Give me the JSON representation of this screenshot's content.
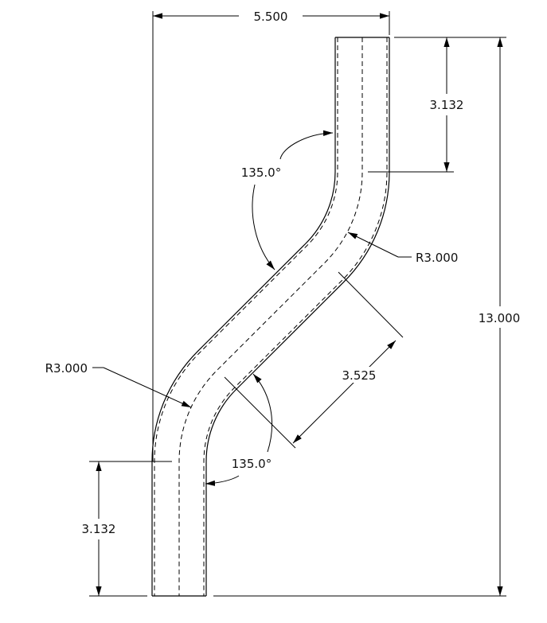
{
  "drawing": {
    "overall_width": "5.500",
    "overall_height": "13.000",
    "top_straight": "3.132",
    "bottom_straight": "3.132",
    "diagonal_length": "3.525",
    "top_bend_radius": "R3.000",
    "bottom_bend_radius": "R3.000",
    "top_bend_angle": "135.0°",
    "bottom_bend_angle": "135.0°"
  }
}
